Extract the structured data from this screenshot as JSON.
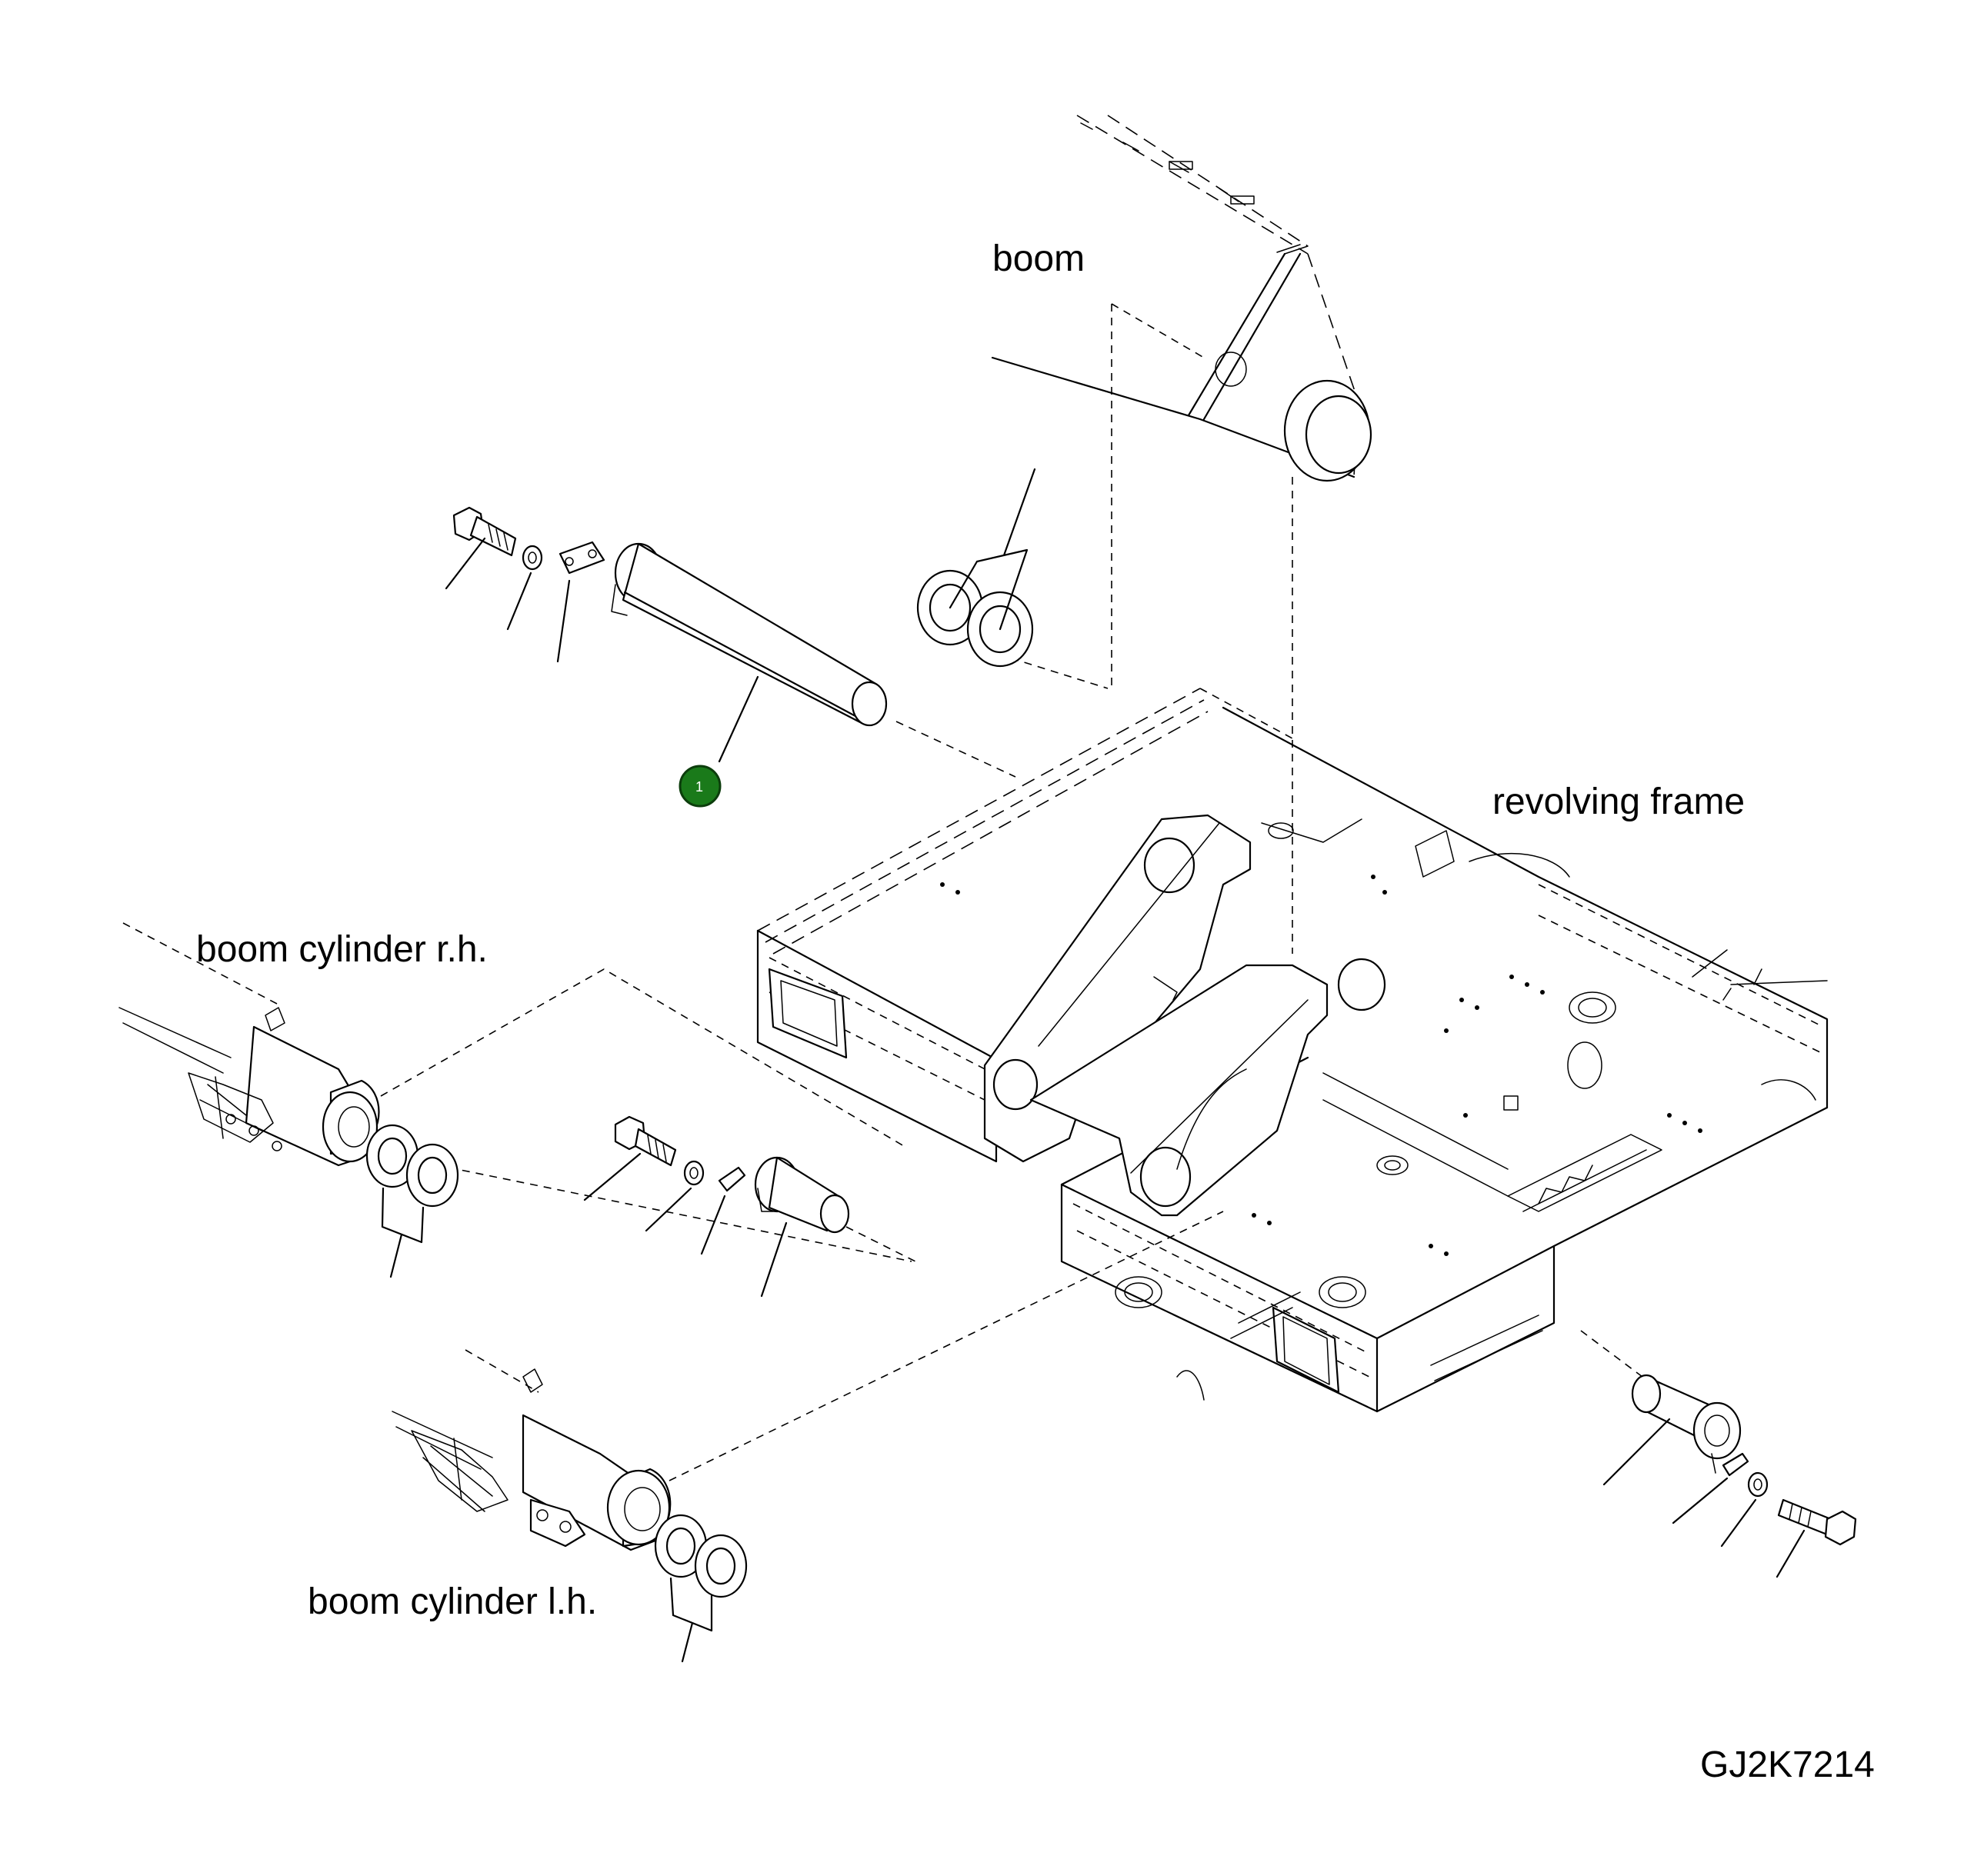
{
  "labels": {
    "boom": "boom",
    "revolving_frame": "revolving frame",
    "cylinder_rh": "boom cylinder r.h.",
    "cylinder_lh": "boom cylinder l.h.",
    "drawing_code": "GJ2K7214"
  },
  "callouts": [
    {
      "number": "1",
      "color": "#1a7a1a"
    }
  ]
}
